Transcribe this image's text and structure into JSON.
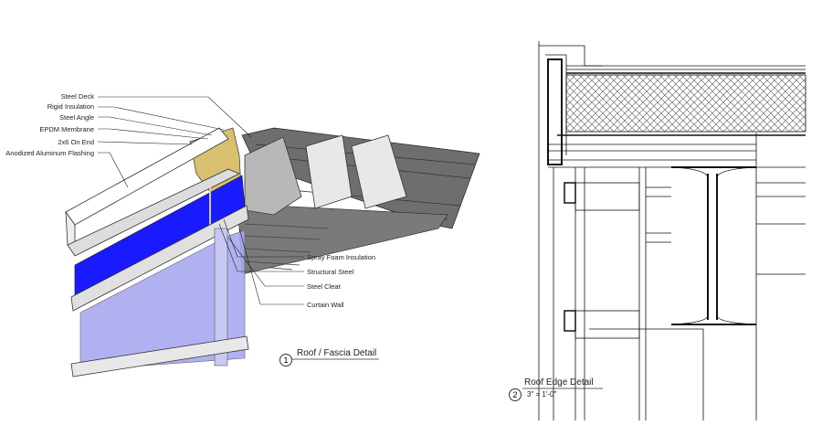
{
  "detail_1": {
    "number": "1",
    "title": "Roof / Fascia Detail",
    "labels_left": [
      "Steel Deck",
      "Rigid Insulation",
      "Steel Angle",
      "EPDM Membrane",
      "2x6 On End",
      "Anodized Aluminum Flashing"
    ],
    "labels_right": [
      "Spray Foam Insulation",
      "Structural Steel",
      "Steel Cleat",
      "Curtain Wall"
    ]
  },
  "detail_2": {
    "number": "2",
    "title": "Roof Edge Detail",
    "scale": "3\" = 1'-0\""
  },
  "colors": {
    "glazing_blue": "#1a1aff",
    "curtain_wall": "#a9a9f0",
    "wood": "#d9c070",
    "steel": "#777777"
  }
}
